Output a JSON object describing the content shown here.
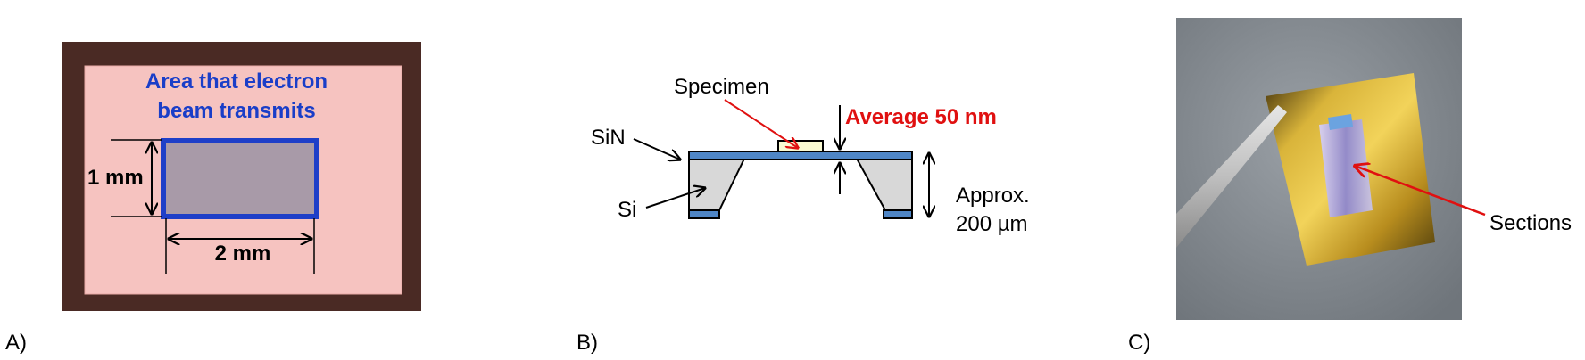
{
  "panels": {
    "a": {
      "label": "A)",
      "title_line1": "Area that electron",
      "title_line2": "beam transmits",
      "height_dim": "1 mm",
      "width_dim": "2 mm"
    },
    "b": {
      "label": "B)",
      "specimen": "Specimen",
      "sin": "SiN",
      "si": "Si",
      "thickness": "Average 50 nm",
      "depth_line1": "Approx.",
      "depth_line2": "200 µm"
    },
    "c": {
      "label": "C)",
      "sections": "Sections"
    }
  },
  "colors": {
    "title_blue": "#1a3ec8",
    "frame_blue": "#1e3fc8",
    "thickness_red": "#e01010",
    "sin_layer": "#4f86c6",
    "si_body": "#d8d8d8"
  }
}
